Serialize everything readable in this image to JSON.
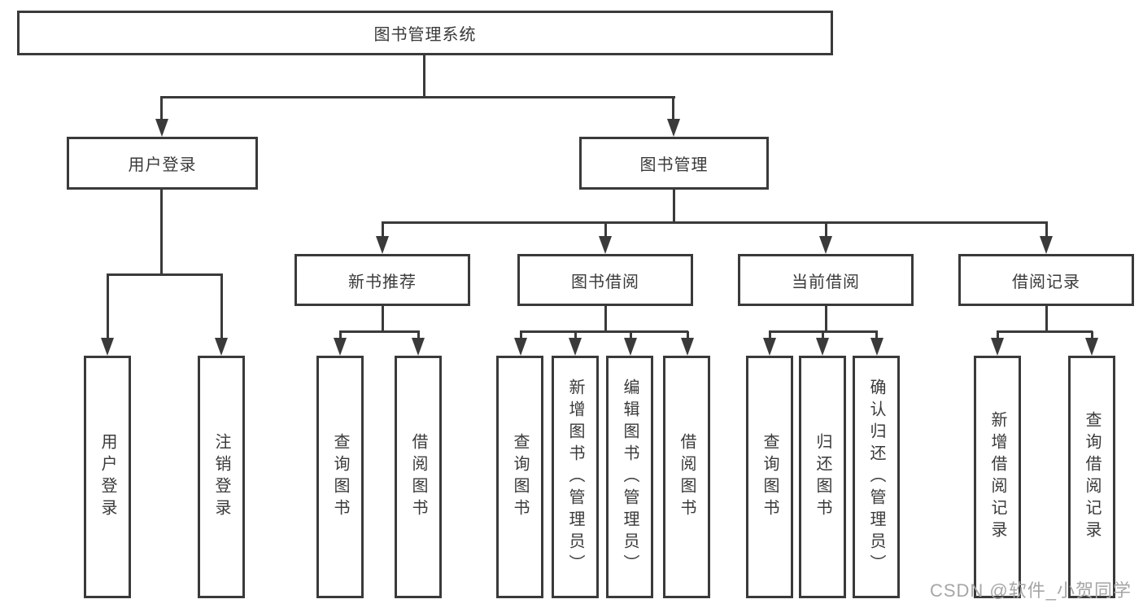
{
  "diagram": {
    "root": {
      "label": "图书管理系统"
    },
    "level2": [
      {
        "label": "用户登录"
      },
      {
        "label": "图书管理"
      }
    ],
    "level3": [
      {
        "label": "新书推荐"
      },
      {
        "label": "图书借阅"
      },
      {
        "label": "当前借阅"
      },
      {
        "label": "借阅记录"
      }
    ],
    "leaves": {
      "user_login": [
        {
          "label": "用户登录"
        },
        {
          "label": "注销登录"
        }
      ],
      "new_book": [
        {
          "label": "查询图书"
        },
        {
          "label": "借阅图书"
        }
      ],
      "borrow": [
        {
          "label": "查询图书"
        },
        {
          "label": "新增图书（管理员）"
        },
        {
          "label": "编辑图书（管理员）"
        },
        {
          "label": "借阅图书"
        }
      ],
      "current": [
        {
          "label": "查询图书"
        },
        {
          "label": "归还图书"
        },
        {
          "label": "确认归还（管理员）"
        }
      ],
      "records": [
        {
          "label": "新增借阅记录"
        },
        {
          "label": "查询借阅记录"
        }
      ]
    }
  },
  "watermark": {
    "text": "CSDN @软件_小贺同学"
  },
  "colors": {
    "line": "#3a3a3a",
    "text": "#3a3a3a",
    "box_fill": "#ffffff",
    "watermark": "#a6a6a6",
    "background": "#ffffff"
  }
}
